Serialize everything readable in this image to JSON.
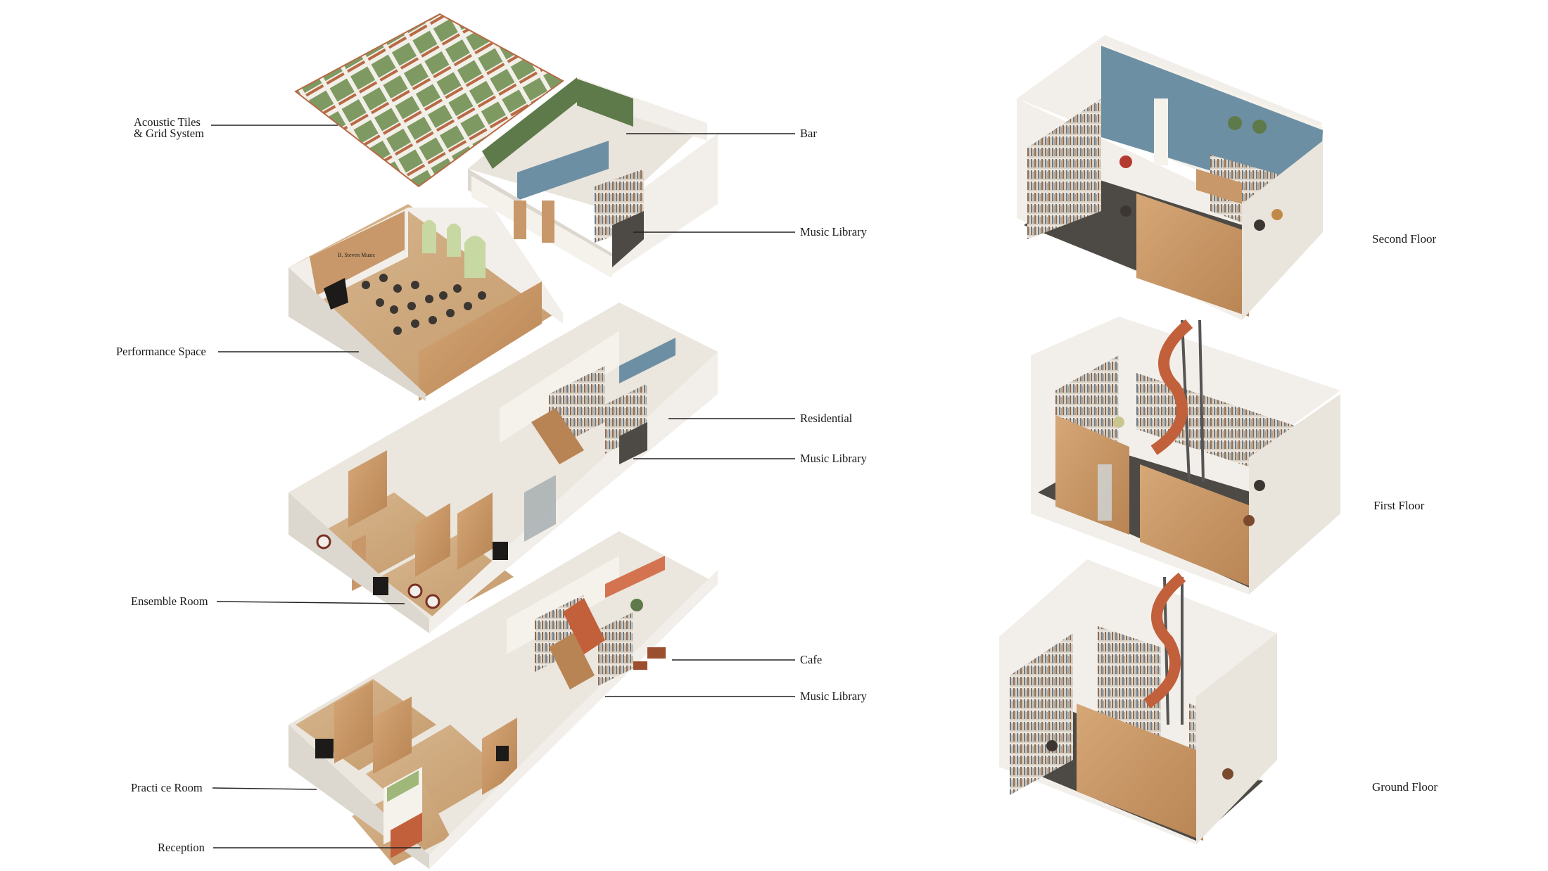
{
  "left_labels": [
    {
      "id": "acoustic",
      "lines": [
        "Acoustic Tiles",
        "& Grid System"
      ]
    },
    {
      "id": "performance",
      "lines": [
        "Performance Space"
      ]
    },
    {
      "id": "ensemble",
      "lines": [
        "Ensemble Room"
      ]
    },
    {
      "id": "practice",
      "lines": [
        "Practi ce Room"
      ]
    },
    {
      "id": "reception",
      "lines": [
        "Reception"
      ]
    }
  ],
  "right_labels": [
    {
      "id": "bar",
      "text": "Bar"
    },
    {
      "id": "music-library-3",
      "text": "Music Library"
    },
    {
      "id": "residential",
      "text": "Residential"
    },
    {
      "id": "music-library-2",
      "text": "Music Library"
    },
    {
      "id": "cafe",
      "text": "Cafe"
    },
    {
      "id": "music-library-1",
      "text": "Music Library"
    }
  ],
  "floor_labels": [
    {
      "id": "second",
      "text": "Second Floor"
    },
    {
      "id": "first",
      "text": "First Floor"
    },
    {
      "id": "ground",
      "text": "Ground Floor"
    }
  ],
  "sign_text": "B. Steven Music",
  "colors": {
    "wood": "#c8986a",
    "wood_dark": "#a87648",
    "wall": "#f2efea",
    "wall_shade": "#dcd7cf",
    "floor_dark": "#4d4a46",
    "tile_green": "#7e9a62",
    "grid_copper": "#b86a45",
    "accent_blue": "#6d8fa3",
    "bar_green": "#5e7a4a",
    "leader": "#222222"
  }
}
